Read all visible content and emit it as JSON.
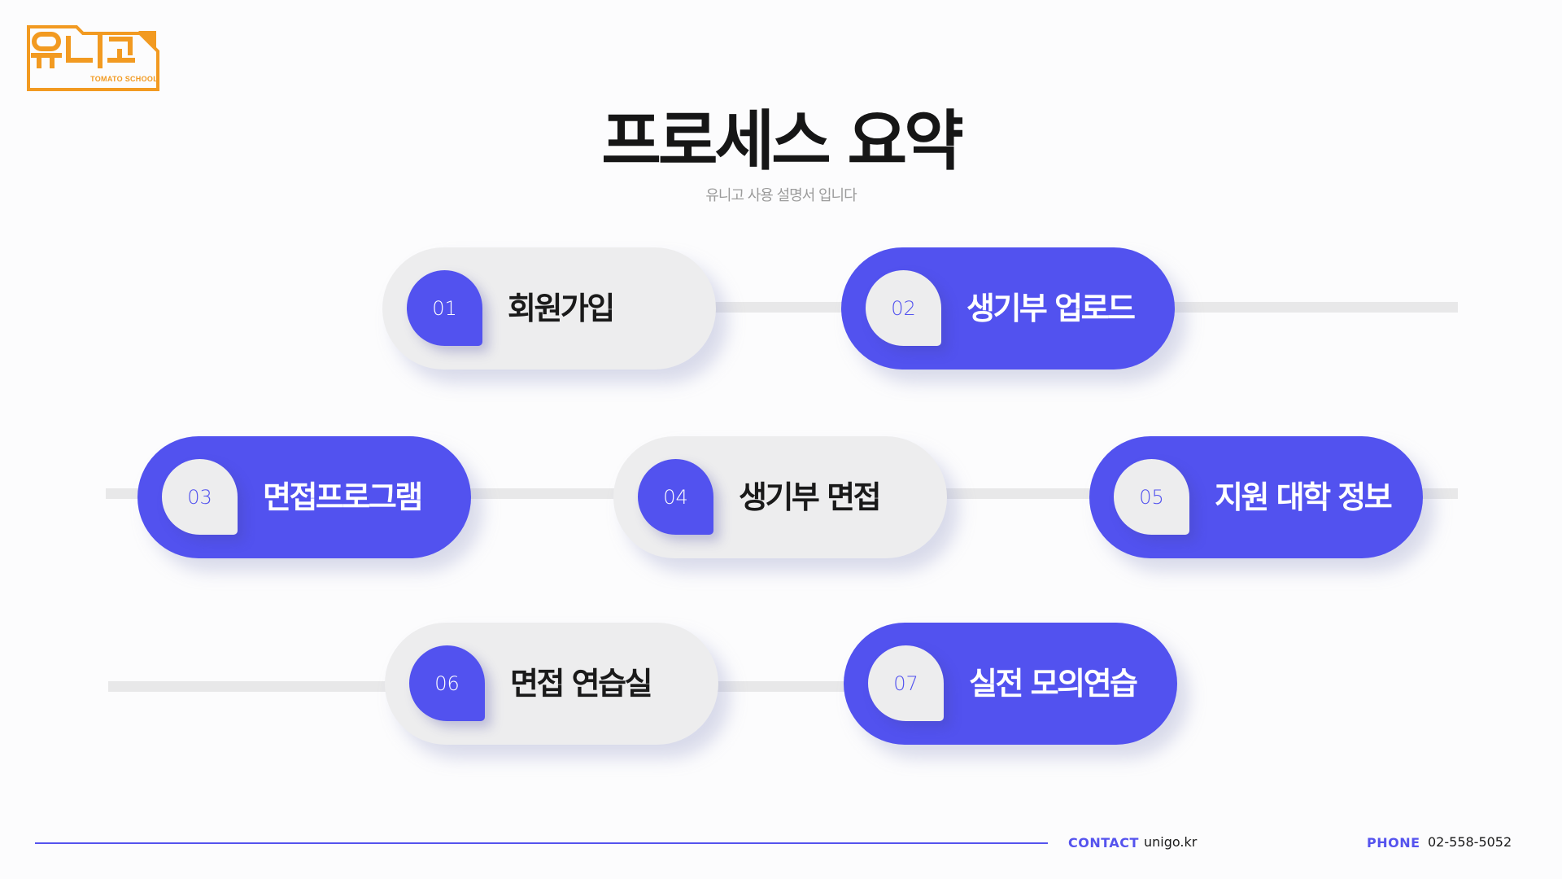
{
  "brand": {
    "logo_text": "유니고",
    "logo_subtext": "TOMATO SCHOOL",
    "logo_color": "#F29A21"
  },
  "header": {
    "title": "프로세스 요약",
    "subtitle": "유니고 사용 설명서 입니다"
  },
  "colors": {
    "accent": "#5252EF",
    "pill_light": "#EDEDEE",
    "track": "#E8E8E9",
    "text_dark": "#1A1A1A"
  },
  "steps": [
    {
      "number": "01",
      "label": "회원가입",
      "style": "light"
    },
    {
      "number": "02",
      "label": "생기부 업로드",
      "style": "blue"
    },
    {
      "number": "03",
      "label": "면접프로그램",
      "style": "blue"
    },
    {
      "number": "04",
      "label": "생기부 면접",
      "style": "light"
    },
    {
      "number": "05",
      "label": "지원 대학 정보",
      "style": "blue"
    },
    {
      "number": "06",
      "label": "면접 연습실",
      "style": "light"
    },
    {
      "number": "07",
      "label": "실전 모의연습",
      "style": "blue"
    }
  ],
  "footer": {
    "contact_label": "CONTACT",
    "contact_value": "unigo.kr",
    "phone_label": "PHONE",
    "phone_value": "02-558-5052"
  }
}
